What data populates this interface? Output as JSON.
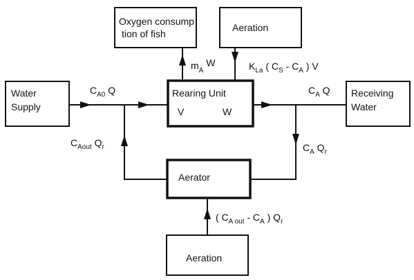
{
  "boxes": {
    "oxygen_consumption": {
      "line1": "Oxygen consump",
      "line2": "tion of fish"
    },
    "aeration_top": {
      "label": "Aeration"
    },
    "water_supply": {
      "line1": "Water",
      "line2": "Supply"
    },
    "rearing_unit": {
      "title": "Rearing  Unit",
      "v": "V",
      "w": "W"
    },
    "receiving_water": {
      "line1": "Receiving",
      "line2": "Water"
    },
    "aerator": {
      "label": "Aerator"
    },
    "aeration_bottom": {
      "label": "Aeration"
    }
  },
  "flows": {
    "inflow": {
      "c": "C",
      "sub": "A0",
      "q": " Q"
    },
    "outflow": {
      "c": "C",
      "sub": "A",
      "q": " Q"
    },
    "fish_consumption": {
      "m": "m",
      "sub": "A",
      "w": " W"
    },
    "aeration_transfer": {
      "k": "K",
      "ksub": "La",
      "open": " ( C",
      "ssub": "S",
      "minus": " - C",
      "asub": "A",
      "close": " ) V"
    },
    "recycle_out": {
      "c": "C",
      "sub": "A",
      "q": " Q",
      "rsub": "r"
    },
    "recycle_return": {
      "c": "C",
      "sub": "Aout",
      "q": " Q",
      "rsub": "r"
    },
    "aerator_transfer": {
      "open": "( C",
      "sub1": "A out",
      "minus": " - C",
      "sub2": "A",
      "close": " )  Q",
      "rsub": "r"
    }
  },
  "colors": {
    "line": "#111111",
    "background": "#ffffff"
  }
}
